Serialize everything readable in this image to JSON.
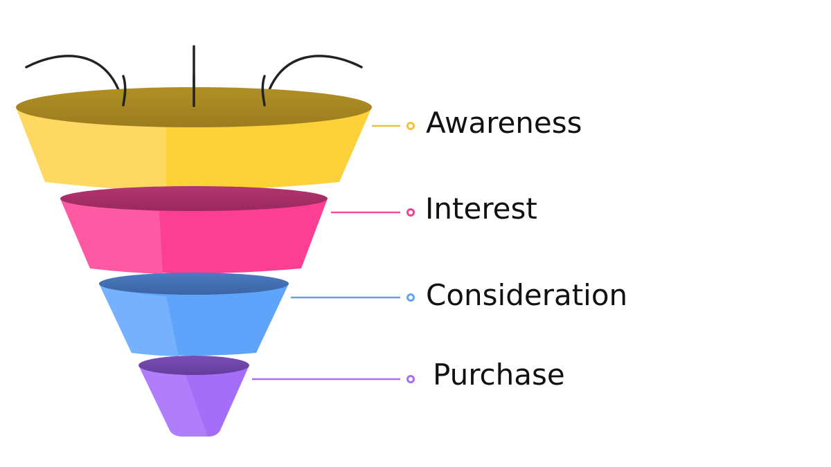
{
  "title": "Marketing Funnel",
  "stages": [
    {
      "label": "Awareness",
      "color": "#FDD13A"
    },
    {
      "label": "Interest",
      "color": "#FD3F94"
    },
    {
      "label": "Consideration",
      "color": "#5EA4FB"
    },
    {
      "label": "Purchase",
      "color": "#A56EF9"
    }
  ]
}
